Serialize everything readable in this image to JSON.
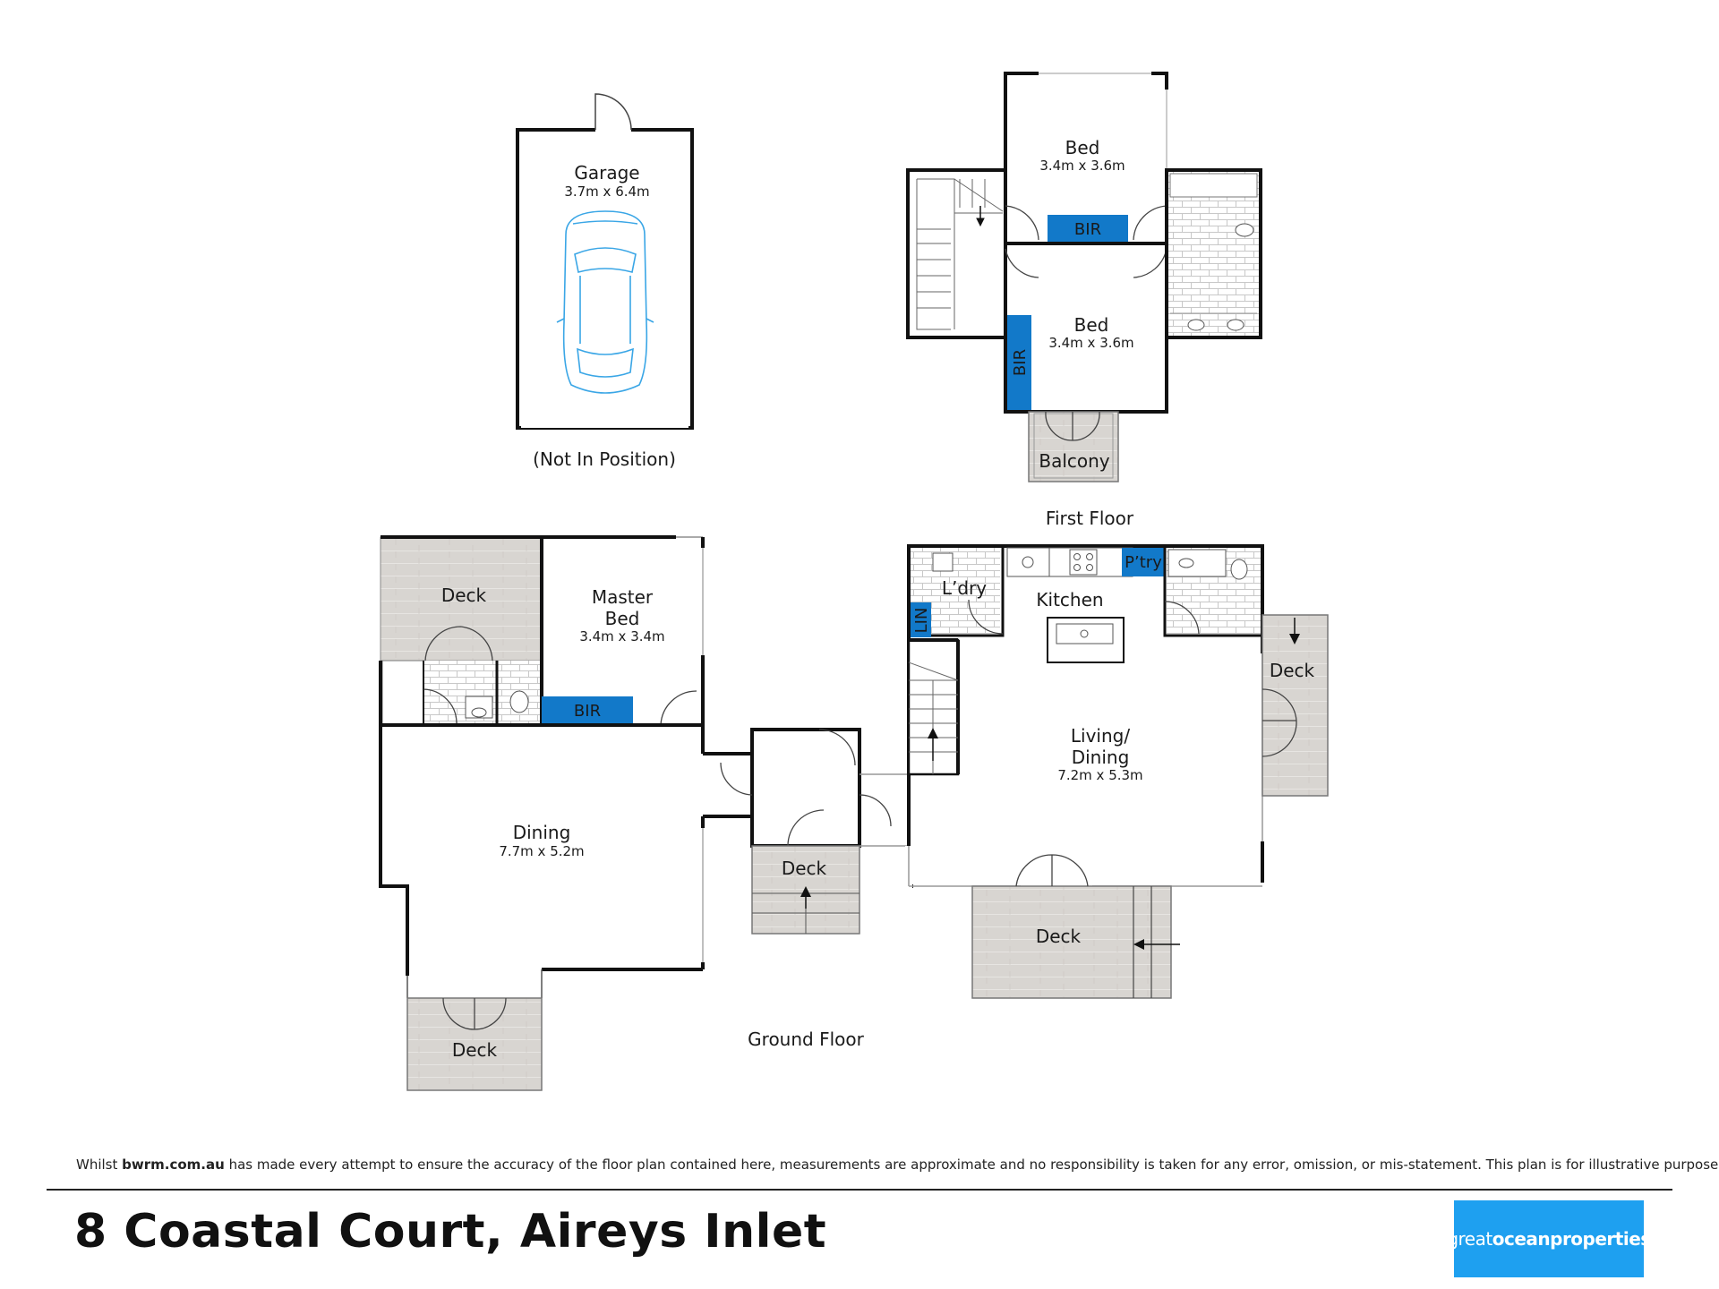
{
  "garage": {
    "name": "Garage",
    "dims": "3.7m x 6.4m",
    "note": "(Not In Position)"
  },
  "first_floor": {
    "caption": "First Floor",
    "bed1": {
      "name": "Bed",
      "dims": "3.4m x 3.6m"
    },
    "bed2": {
      "name": "Bed",
      "dims": "3.4m x 3.6m"
    },
    "bir1": "BIR",
    "bir2": "BIR",
    "balcony": "Balcony"
  },
  "ground_floor": {
    "caption": "Ground Floor",
    "master_bed": {
      "name_line1": "Master",
      "name_line2": "Bed",
      "dims": "3.4m x 3.4m"
    },
    "master_bir": "BIR",
    "dining": {
      "name": "Dining",
      "dims": "7.7m x 5.2m"
    },
    "living": {
      "name_line1": "Living/",
      "name_line2": "Dining",
      "dims": "7.2m x 5.3m"
    },
    "kitchen": "Kitchen",
    "laundry": "L’dry",
    "pantry": "P’try",
    "linen": "LIN",
    "deck_top_left": "Deck",
    "deck_bottom_left": "Deck",
    "deck_entry": "Deck",
    "deck_right": "Deck",
    "deck_bottom": "Deck"
  },
  "footer": {
    "disclaimer_prefix": "Whilst ",
    "disclaimer_site": "bwrm.com.au",
    "disclaimer_rest": " has made every attempt to ensure the accuracy of the floor plan contained here, measurements are approximate and no responsibility is taken for any error, omission, or mis-statement. This plan is for illustrative purposes only.",
    "address": "8 Coastal Court, Aireys Inlet",
    "logo_part1": "great",
    "logo_part2": "ocean",
    "logo_part3": "properties"
  },
  "colors": {
    "bir_blue": "#1279c9",
    "deck_grey": "#d6d3cf",
    "wall": "#111111",
    "car_outline": "#3aa6e6",
    "logo_bg": "#1ea0f0"
  }
}
